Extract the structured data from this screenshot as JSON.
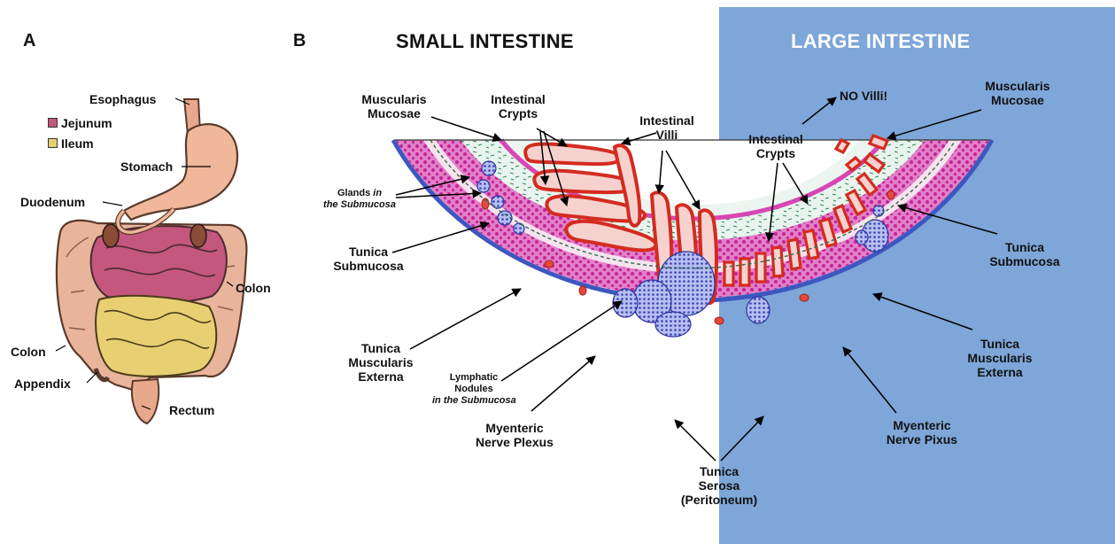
{
  "panel_a": {
    "letter": "A",
    "legend": [
      {
        "label": "Jejunum",
        "color": "#c4577d"
      },
      {
        "label": "Ileum",
        "color": "#e8cf72"
      }
    ],
    "labels": {
      "esophagus": "Esophagus",
      "stomach": "Stomach",
      "duodenum": "Duodenum",
      "colon_right": "Colon",
      "colon_left": "Colon",
      "appendix": "Appendix",
      "rectum": "Rectum"
    }
  },
  "panel_b": {
    "letter": "B",
    "heading_small": "SMALL INTESTINE",
    "heading_large": "LARGE INTESTINE",
    "large_bg_color": "#7ea6d8",
    "labels": {
      "muscularis_mucosae_left_1": "Muscularis",
      "muscularis_mucosae_left_2": "Mucosae",
      "intestinal_crypts_left_1": "Intestinal",
      "intestinal_crypts_left_2": "Crypts",
      "intestinal_villi_1": "Intestinal",
      "intestinal_villi_2": "Villi",
      "glands_1": "Glands ",
      "glands_1_it": "in",
      "glands_2": "the Submucosa",
      "tunica_submucosa_left_1": "Tunica",
      "tunica_submucosa_left_2": "Submucosa",
      "tunica_muscularis_left_1": "Tunica",
      "tunica_muscularis_left_2": "Muscularis",
      "tunica_muscularis_left_3": "Externa",
      "lymphatic_1": "Lymphatic",
      "lymphatic_2": "Nodules",
      "lymphatic_3": "in the Submucosa",
      "myenteric_left_1": "Myenteric",
      "myenteric_left_2": "Nerve Plexus",
      "tunica_serosa_1": "Tunica",
      "tunica_serosa_2": "Serosa",
      "tunica_serosa_3": "(Peritoneum)",
      "no_villi": "NO Villi!",
      "muscularis_mucosae_right_1": "Muscularis",
      "muscularis_mucosae_right_2": "Mucosae",
      "intestinal_crypts_right_1": "Intestinal",
      "intestinal_crypts_right_2": "Crypts",
      "tunica_submucosa_right_1": "Tunica",
      "tunica_submucosa_right_2": "Submucosa",
      "tunica_muscularis_right_1": "Tunica",
      "tunica_muscularis_right_2": "Muscularis",
      "tunica_muscularis_right_3": "Externa",
      "myenteric_right_1": "Myenteric",
      "myenteric_right_2": "Nerve Pixus"
    }
  }
}
